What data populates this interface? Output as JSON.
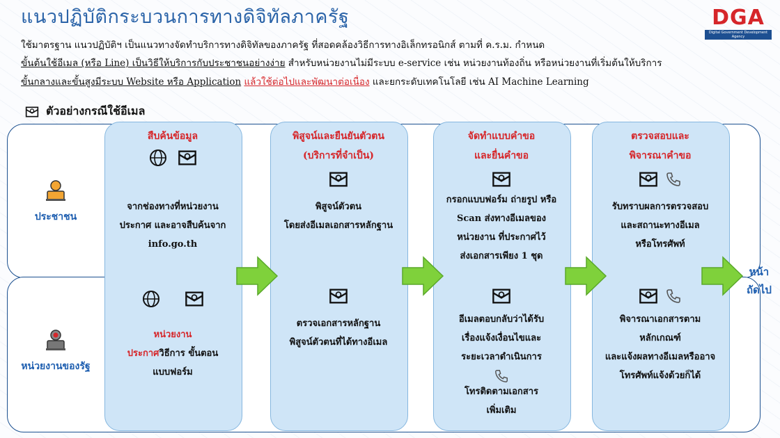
{
  "title": "แนวปฏิบัติกระบวนการทางดิจิทัลภาครัฐ",
  "logo": {
    "name": "DGA",
    "tagline": "Digital Government Development Agency"
  },
  "intro": {
    "line1": "ใช้มาตรฐาน แนวปฏิบัติฯ เป็นแนวทางจัดทำบริการทางดิจิทัลของภาครัฐ ที่สอดคล้องวิธีการทางอิเล็กทรอนิกส์ ตามที่ ค.ร.ม. กำหนด",
    "line2_u": "ขั้นต้นใช้อีเมล (หรือ Line)  เป็นวิธีให้บริการกับประชาชนอย่างง่าย",
    "line2_rest": " สำหรับหน่วยงานไม่มีระบบ e-service เช่น หน่วยงานท้องถิ่น หรือหน่วยงานที่เริ่มต้นให้บริการ",
    "line3_u": "ขั้นกลางและขั้นสูงมีระบบ Website หรือ Application",
    "line3_red": "แล้วใช้ต่อไปและพัฒนาต่อเนื่อง",
    "line3_rest": " และยกระดับเทคโนโลยี เช่น AI  Machine Learning"
  },
  "example_label": "ตัวอย่างกรณีใช้อีเมล",
  "roles": {
    "citizen": "ประชาชน",
    "agency": "หน่วยงานของรัฐ"
  },
  "steps": [
    {
      "heading": [
        "สืบค้นข้อมูล"
      ],
      "citizen": [
        "จากช่องทางที่หน่วยงาน",
        "ประกาศ และอาจสืบค้นจาก",
        "info.go.th"
      ],
      "agency_red": [
        "หน่วยงาน",
        "ประกาศ"
      ],
      "agency": [
        "วิธีการ ขั้นตอน",
        "แบบฟอร์ม"
      ]
    },
    {
      "heading": [
        "พิสูจน์และยืนยันตัวตน",
        "(บริการที่จำเป็น)"
      ],
      "citizen": [
        "พิสูจน์ตัวตน",
        "โดยส่งอีเมลเอกสารหลักฐาน"
      ],
      "agency": [
        "ตรวจเอกสารหลักฐาน",
        "พิสูจน์ตัวตนที่ได้ทางอีเมล"
      ]
    },
    {
      "heading": [
        "จัดทำแบบคำขอ",
        "และยื่นคำขอ"
      ],
      "citizen": [
        "กรอกแบบฟอร์ม ถ่ายรูป หรือ",
        "Scan ส่งทางอีเมลของ",
        "หน่วยงาน ที่ประกาศไว้",
        "ส่งเอกสารเพียง 1 ชุด"
      ],
      "agency": [
        "อีเมลตอบกลับว่าได้รับ",
        "เรื่องแจ้งเงื่อนไขและ",
        "ระยะเวลาดำเนินการ"
      ],
      "agency2": [
        "โทรติดตามเอกสาร",
        "เพิ่มเติม"
      ]
    },
    {
      "heading": [
        "ตรวจสอบและ",
        "พิจารณาคำขอ"
      ],
      "citizen": [
        "รับทราบผลการตรวจสอบ",
        "และสถานะทางอีเมล",
        "หรือโทรศัพท์"
      ],
      "agency": [
        "พิจารณาเอกสารตาม",
        "หลักเกณฑ์",
        "และแจ้งผลทางอีเมลหรืออาจ",
        "โทรศัพท์แจ้งด้วยก็ได้"
      ]
    }
  ],
  "next_label": [
    "หน้า",
    "ถัดไป"
  ],
  "colors": {
    "title": "#2a63a8",
    "accent_red": "#d6262a",
    "column_fill": "#cfe5f7",
    "arrow": "#7fd13b",
    "border": "#1a4f8f"
  }
}
